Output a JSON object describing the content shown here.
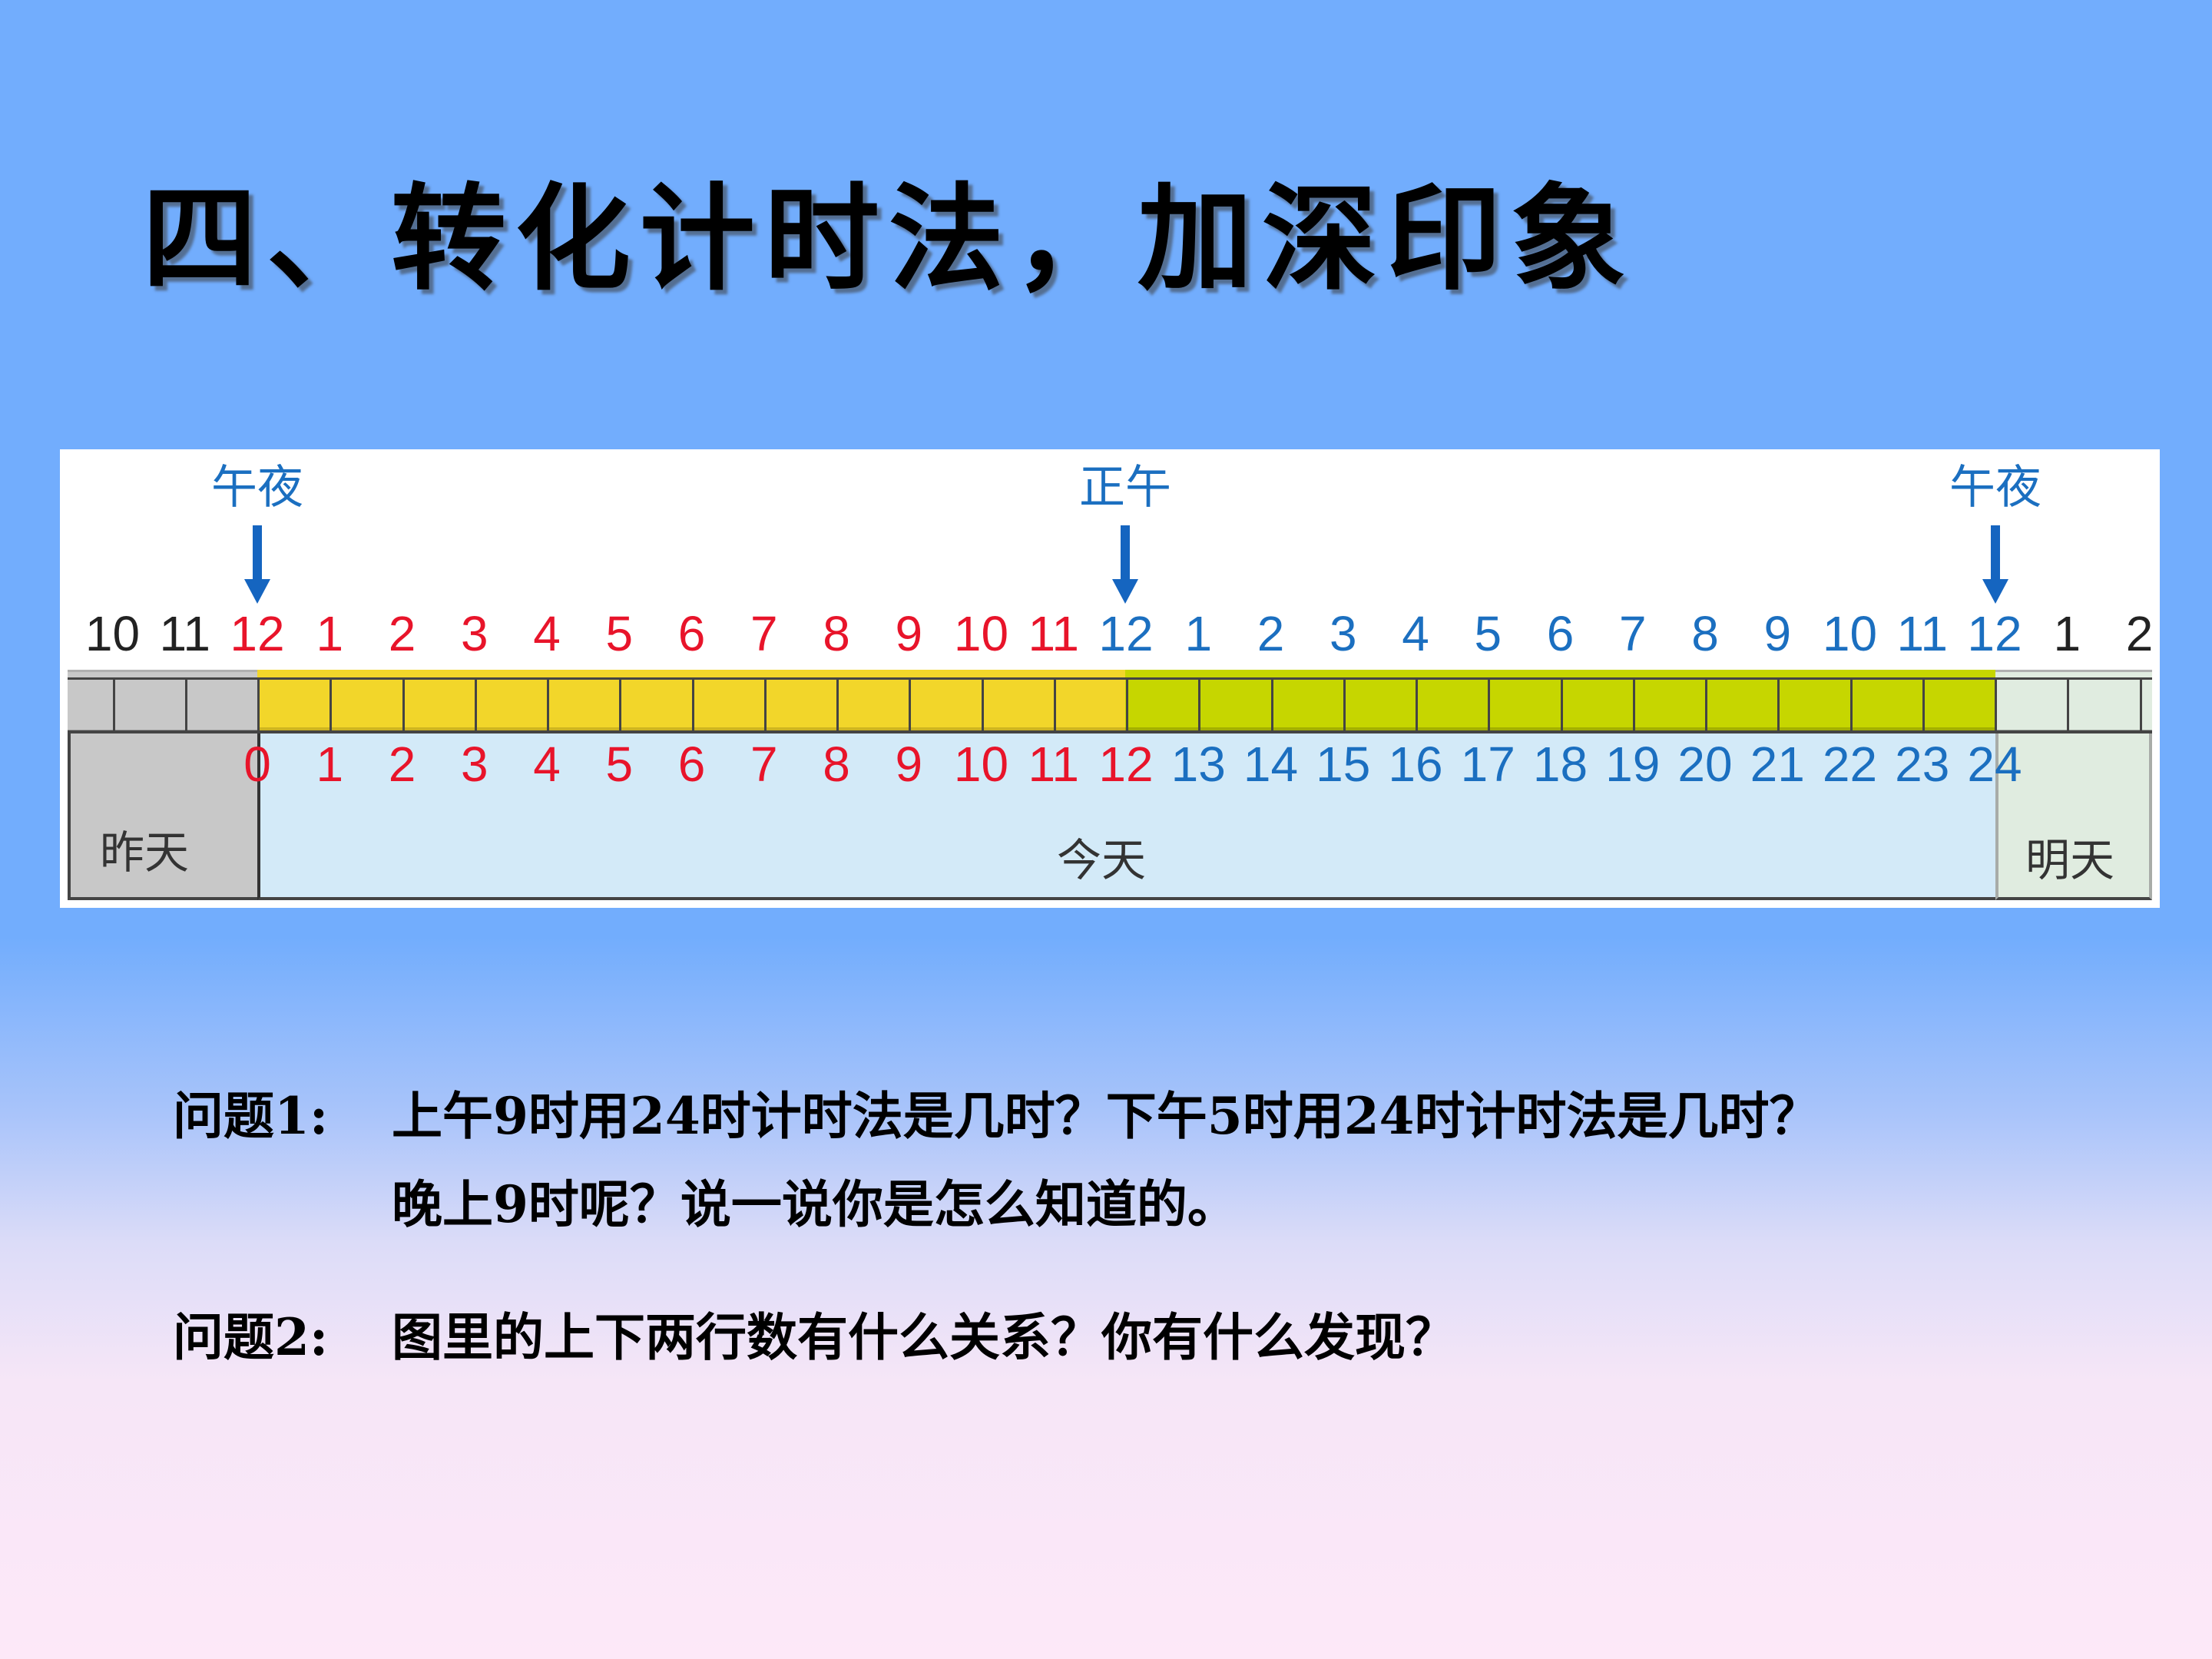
{
  "slide": {
    "title": "四、转化计时法，加深印象"
  },
  "timeline": {
    "markers": [
      {
        "label": "午夜",
        "hour_index": 0
      },
      {
        "label": "正午",
        "hour_index": 12
      },
      {
        "label": "午夜",
        "hour_index": 24
      }
    ],
    "top_row": {
      "prev_day": [
        "10",
        "11"
      ],
      "am": [
        "12",
        "1",
        "2",
        "3",
        "4",
        "5",
        "6",
        "7",
        "8",
        "9",
        "10",
        "11"
      ],
      "pm": [
        "12",
        "1",
        "2",
        "3",
        "4",
        "5",
        "6",
        "7",
        "8",
        "9",
        "10",
        "11"
      ],
      "next_day": [
        "12",
        "1",
        "2"
      ]
    },
    "bottom_row": {
      "am": [
        "0",
        "1",
        "2",
        "3",
        "4",
        "5",
        "6",
        "7",
        "8",
        "9",
        "10",
        "11"
      ],
      "pm": [
        "12",
        "13",
        "14",
        "15",
        "16",
        "17",
        "18",
        "19",
        "20",
        "21",
        "22",
        "23",
        "24"
      ]
    },
    "day_labels": {
      "yesterday": "昨天",
      "today": "今天",
      "tomorrow": "明天"
    },
    "colors": {
      "am_text": "#e8142a",
      "pm_text": "#1b6fc0",
      "other_text": "#222222",
      "am_bar": "#f2d62a",
      "pm_bar": "#c6d600",
      "yesterday_bg": "#c8c8c8",
      "today_bg": "#d3eaf8",
      "tomorrow_bg": "#e0ece0",
      "arrow": "#1565c0"
    }
  },
  "questions": [
    {
      "label": "问题1:",
      "lines": [
        "上午9时用24时计时法是几时？下午5时用24时计时法是几时？",
        "晚上9时呢？说一说你是怎么知道的。"
      ]
    },
    {
      "label": "问题2:",
      "lines": [
        "图里的上下两行数有什么关系？你有什么发现？"
      ]
    }
  ]
}
